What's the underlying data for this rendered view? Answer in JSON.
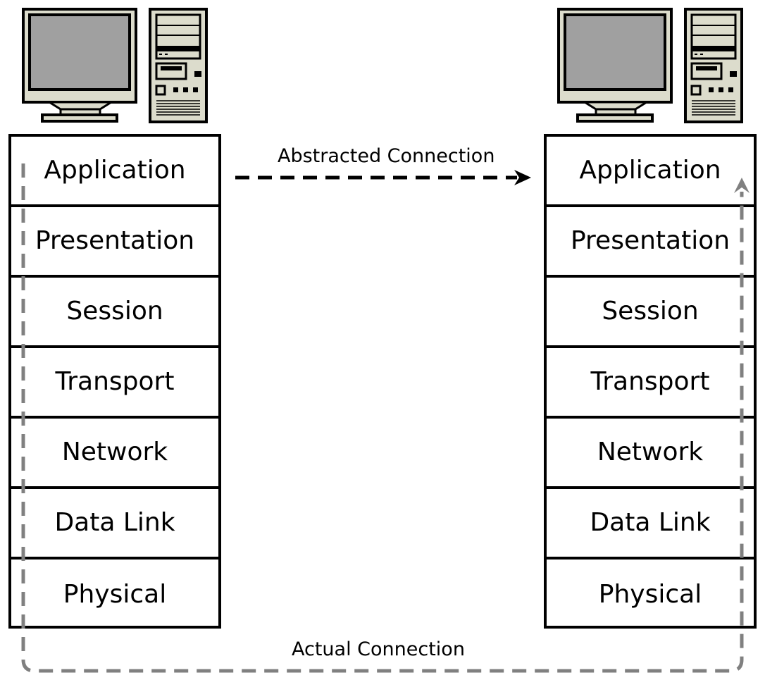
{
  "left_stack": {
    "layers": [
      "Application",
      "Presentation",
      "Session",
      "Transport",
      "Network",
      "Data Link",
      "Physical"
    ]
  },
  "right_stack": {
    "layers": [
      "Application",
      "Presentation",
      "Session",
      "Transport",
      "Network",
      "Data Link",
      "Physical"
    ]
  },
  "connections": {
    "abstracted_label": "Abstracted Connection",
    "actual_label": "Actual Connection"
  },
  "icons": {
    "left_monitor": "monitor-icon",
    "left_tower": "computer-tower-icon",
    "right_monitor": "monitor-icon",
    "right_tower": "computer-tower-icon"
  },
  "colors": {
    "abstracted_line": "#000000",
    "actual_line": "#808080",
    "screen": "#a0a0a0",
    "case": "#dcdccc"
  }
}
